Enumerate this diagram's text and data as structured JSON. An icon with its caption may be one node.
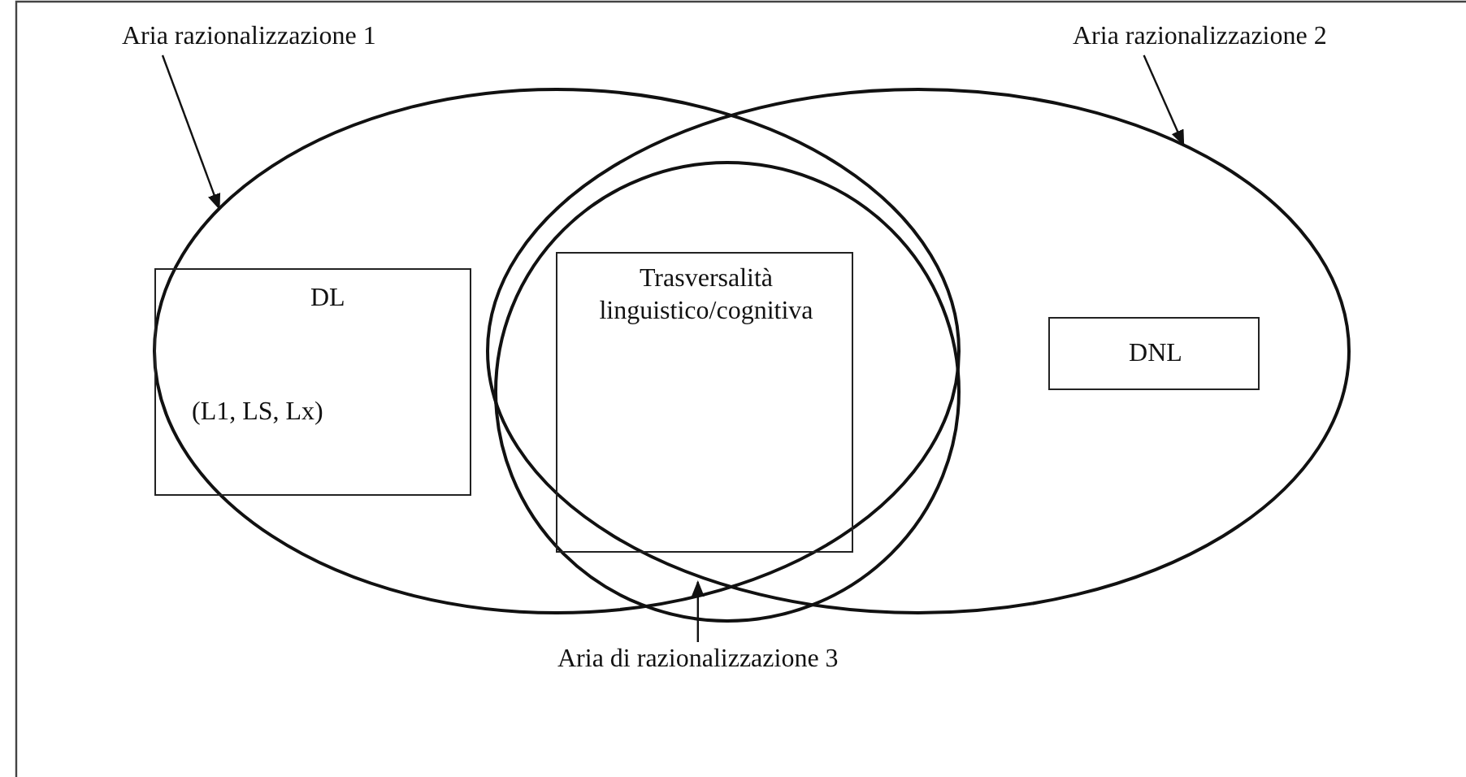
{
  "diagram": {
    "nodes": [
      {
        "text": [
          "Aria razionalizzazione 1"
        ]
      },
      {
        "text": [],
        "shape": "ellipse"
      },
      {
        "text": [
          "Aria razionalizzazione 2"
        ]
      },
      {
        "text": [],
        "shape": "ellipse"
      },
      {
        "text": [],
        "shape": "ellipse"
      },
      {
        "text": [
          "DL",
          "(L1, LS, Lx)"
        ],
        "in": 1
      },
      {
        "text": [
          "Trasversalità linguistico/cognitiva"
        ],
        "in": 4
      },
      {
        "text": [
          "DNL"
        ],
        "in": 3
      },
      {
        "text": [
          "Aria di razionalizzazione 3"
        ]
      }
    ],
    "edges": [
      {
        "from": 0,
        "to": 1,
        "arrow": "to"
      },
      {
        "from": 2,
        "to": 3,
        "arrow": "to"
      },
      {
        "from": 8,
        "to": 4,
        "arrow": "to"
      }
    ]
  }
}
